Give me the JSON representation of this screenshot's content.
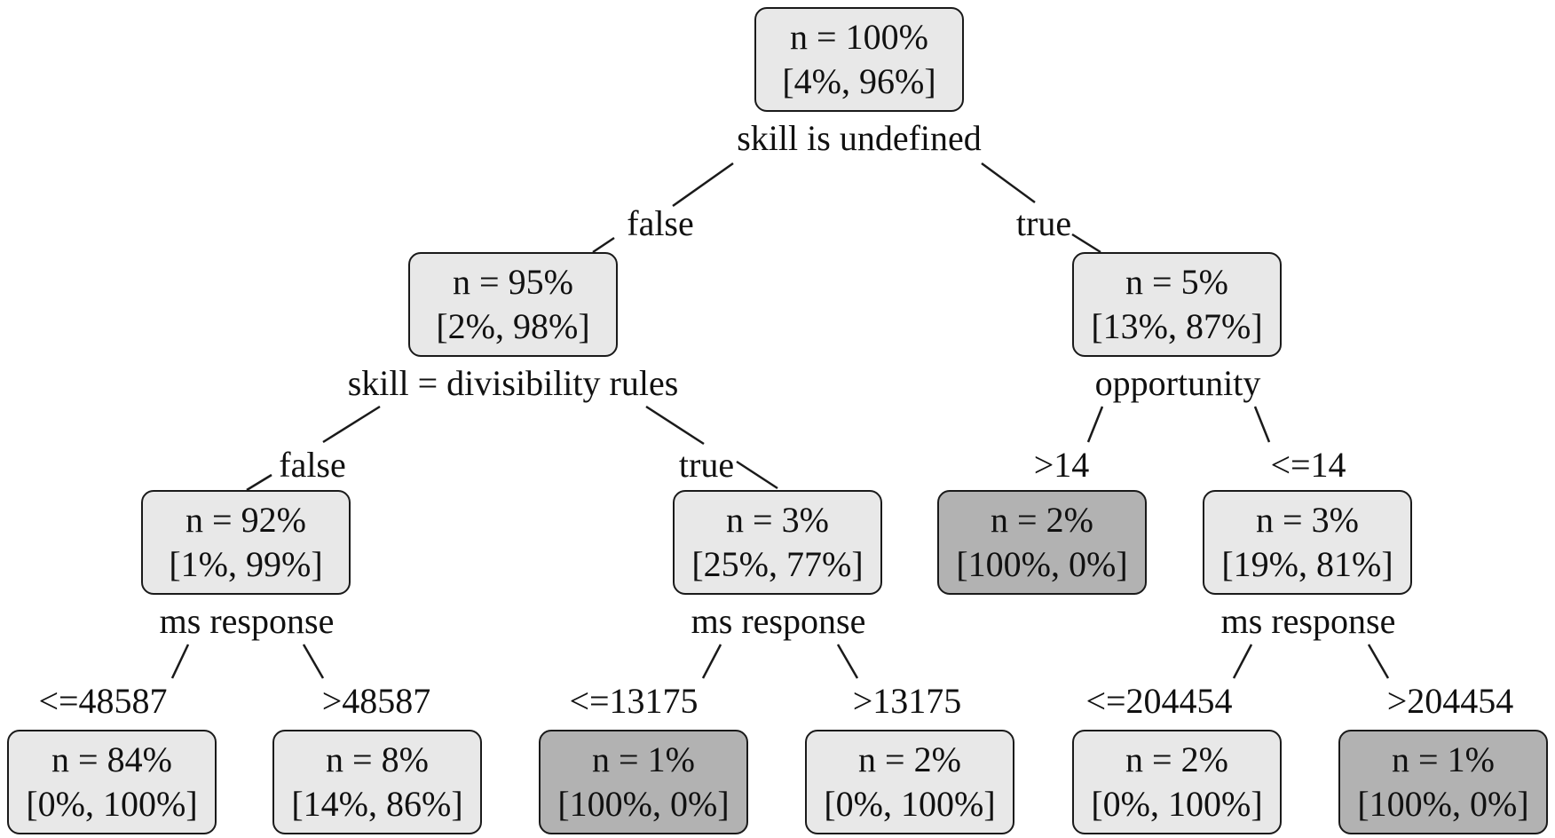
{
  "nodes": {
    "root": {
      "n": "n = 100%",
      "dist": "[4%, 96%]",
      "split": "skill is undefined"
    },
    "n95": {
      "n": "n = 95%",
      "dist": "[2%, 98%]",
      "split": "skill = divisibility rules"
    },
    "n5": {
      "n": "n = 5%",
      "dist": "[13%, 87%]",
      "split": "opportunity"
    },
    "n92": {
      "n": "n = 92%",
      "dist": "[1%, 99%]",
      "split": "ms response"
    },
    "n3a": {
      "n": "n = 3%",
      "dist": "[25%, 77%]",
      "split": "ms response"
    },
    "n2a": {
      "n": "n = 2%",
      "dist": "[100%, 0%]"
    },
    "n3b": {
      "n": "n = 3%",
      "dist": "[19%, 81%]",
      "split": "ms response"
    },
    "n84": {
      "n": "n = 84%",
      "dist": "[0%, 100%]"
    },
    "n8": {
      "n": "n = 8%",
      "dist": "[14%, 86%]"
    },
    "n1a": {
      "n": "n = 1%",
      "dist": "[100%, 0%]"
    },
    "n2b": {
      "n": "n = 2%",
      "dist": "[0%, 100%]"
    },
    "n2c": {
      "n": "n = 2%",
      "dist": "[0%, 100%]"
    },
    "n1b": {
      "n": "n = 1%",
      "dist": "[100%, 0%]"
    }
  },
  "edges": {
    "root_false": "false",
    "root_true": "true",
    "n95_false": "false",
    "n95_true": "true",
    "n5_gt": ">14",
    "n5_le": "<=14",
    "n92_le": "<=48587",
    "n92_gt": ">48587",
    "n3a_le": "<=13175",
    "n3a_gt": ">13175",
    "n3b_le": "<=204454",
    "n3b_gt": ">204454"
  },
  "colors": {
    "node_fill": "#e8e8e8",
    "pure_leaf_fill": "#b2b2b2",
    "border": "#1a1a1a"
  }
}
